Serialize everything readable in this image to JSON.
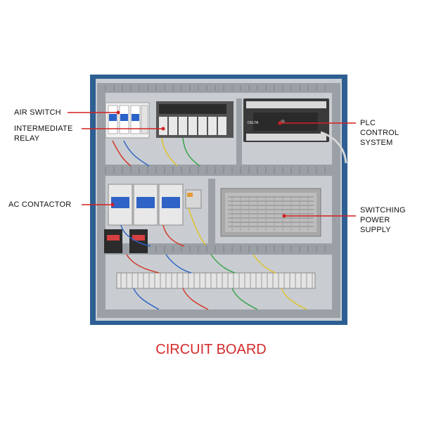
{
  "colors": {
    "callout_line": "#d42020",
    "cabinet_frame": "#2e5f93",
    "backplate": "#c9cdd1",
    "duct": "#9aa0a6",
    "caption": "#d42a2a",
    "contactor_blue": "#2f63c6"
  },
  "callouts": {
    "air_switch": "AIR SWITCH",
    "intermediate_relay": "INTERMEDIATE\nRELAY",
    "ac_contactor": "AC CONTACTOR",
    "plc": "PLC\nCONTROL\nSYSTEM",
    "power_supply": "SWITCHING\nPOWER\nSUPPLY"
  },
  "caption": "CIRCUIT BOARD",
  "plc_brand": "DELTA"
}
